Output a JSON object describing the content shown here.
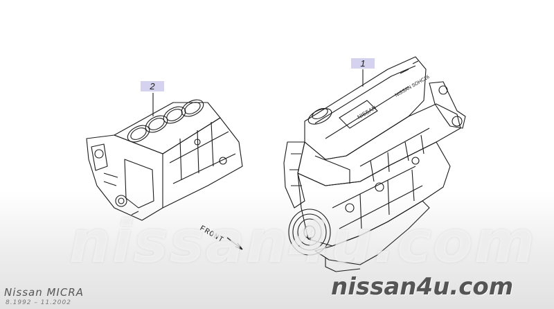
{
  "callouts": {
    "engine_assembly": "1",
    "cylinder_block": "2"
  },
  "engine_head_text": "NISSAN",
  "engine_cover_text": "NISSAN\nSOHC16",
  "direction_label": "FRONT",
  "watermark_big": "nissan4u.com",
  "watermark_small": "nissan4u.com",
  "model": {
    "name": "Nissan MICRA",
    "years": "8.1992 – 11.2002"
  },
  "colors": {
    "callout_bg": "#d4d2ef",
    "line": "#1a1a1a"
  }
}
